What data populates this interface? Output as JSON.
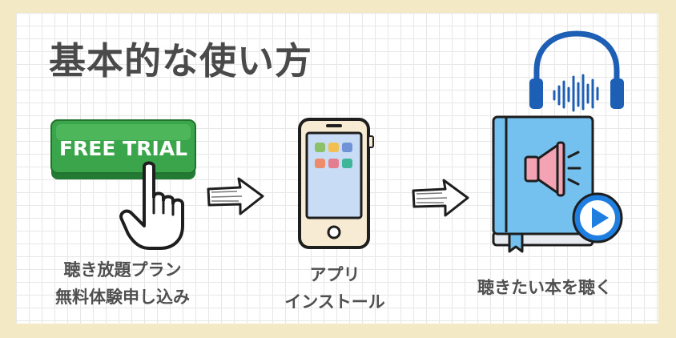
{
  "title": "基本的な使い方",
  "steps": [
    {
      "button_text": "FREE TRIAL",
      "lines": [
        "聴き放題プラン",
        "無料体験申し込み"
      ]
    },
    {
      "lines": [
        "アプリ",
        "インストール"
      ]
    },
    {
      "lines": [
        "聴きたい本を聴く"
      ]
    }
  ],
  "icons": [
    "free-trial-button-icon",
    "pointer-hand-icon",
    "arrow-right-icon",
    "smartphone-icon",
    "arrow-right-icon",
    "headphones-icon",
    "audiobook-icon",
    "megaphone-icon",
    "play-icon"
  ],
  "colors": {
    "frame": "#f3e9c4",
    "title": "#4a4a4a",
    "button_green": "#3aa54a",
    "book_blue": "#74c0ee",
    "headphones_blue": "#1d5fb4",
    "play_blue": "#1f7fe0",
    "phone_screen": "#c9dcf5"
  }
}
